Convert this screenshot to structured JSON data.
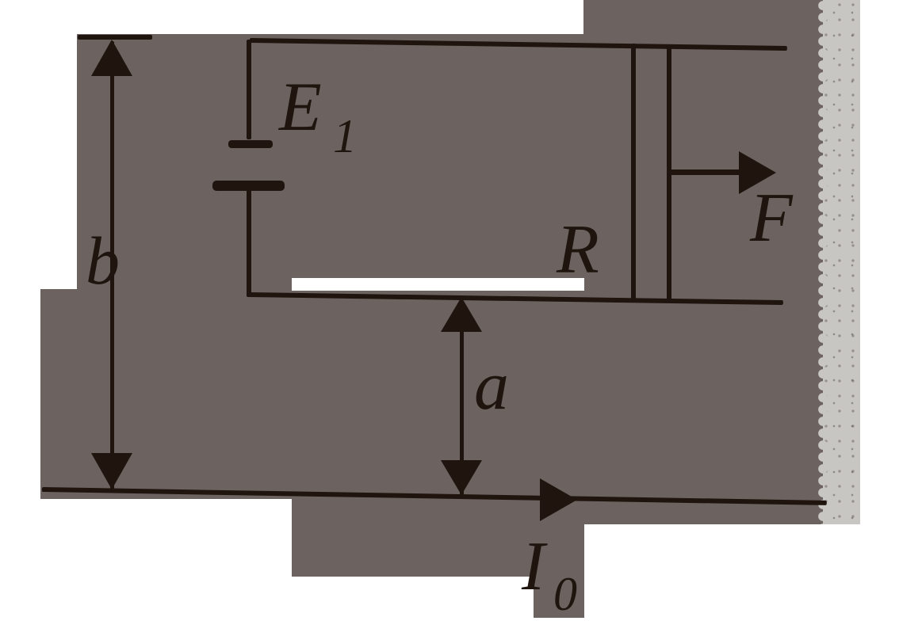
{
  "figure": {
    "colors": {
      "paper": "#ffffff",
      "scan_background": "#6c6360",
      "scan_edge_gray": "#c7c6c3",
      "ink": "#1f150e"
    },
    "labels": {
      "emf": {
        "main": "E",
        "sub": "1"
      },
      "rod_resistance": "R",
      "force": "F",
      "distance_far": "b",
      "distance_near": "a",
      "wire_current": {
        "main": "I",
        "sub": "0"
      }
    },
    "icons": {
      "battery": "two-plate-battery-symbol",
      "sliding_rod": "double-vertical-line-rod",
      "force_arrow": "right-arrow",
      "current_arrow": "right-arrow-on-wire",
      "dimension_b": "double-ended-vertical-arrow",
      "dimension_a": "double-ended-vertical-arrow"
    }
  }
}
